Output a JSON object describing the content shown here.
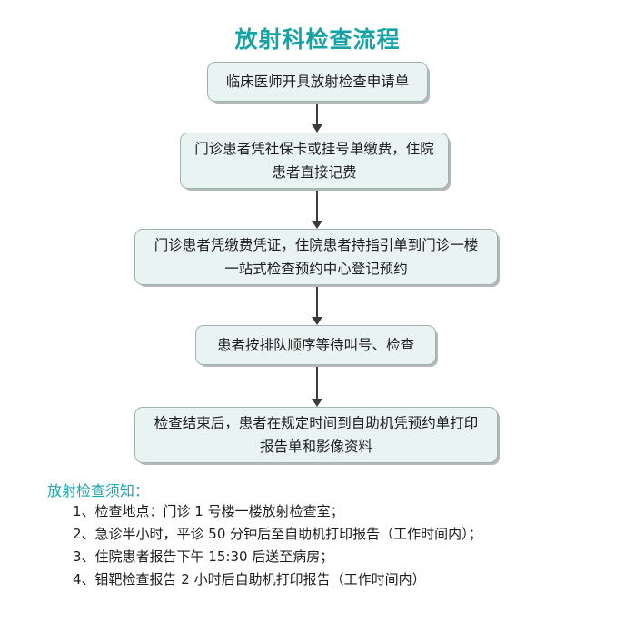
{
  "document": {
    "title": "放射科检查流程",
    "title_color": "#17a3a6",
    "background_color": "#ffffff"
  },
  "flowchart": {
    "node_fill_color": "#e9f4f2",
    "node_border_color": "#9fb3b2",
    "arrow_color": "#3b3b3b",
    "nodes": [
      {
        "id": "step-1",
        "text": "临床医师开具放射检查申请单"
      },
      {
        "id": "step-2",
        "text": "门诊患者凭社保卡或挂号单缴费，住院患者直接记费"
      },
      {
        "id": "step-3",
        "text": "门诊患者凭缴费凭证，住院患者持指引单到门诊一楼一站式检查预约中心登记预约"
      },
      {
        "id": "step-4",
        "text": "患者按排队顺序等待叫号、检查"
      },
      {
        "id": "step-5",
        "text": "检查结束后，患者在规定时间到自助机凭预约单打印报告单和影像资料"
      }
    ],
    "connectors": [
      {
        "id": "arrow-1",
        "from": "step-1",
        "to": "step-2",
        "direction": "down"
      },
      {
        "id": "arrow-2",
        "from": "step-2",
        "to": "step-3",
        "direction": "down"
      },
      {
        "id": "arrow-3",
        "from": "step-3",
        "to": "step-4",
        "direction": "down"
      },
      {
        "id": "arrow-4",
        "from": "step-4",
        "to": "step-5",
        "direction": "down"
      }
    ]
  },
  "notice": {
    "heading": "放射检查须知：",
    "heading_color": "#1fa5ab",
    "items": [
      "1、检查地点：门诊 1 号楼一楼放射检查室；",
      "2、急诊半小时，平诊 50 分钟后至自助机打印报告（工作时间内）；",
      "3、住院患者报告下午 15:30 后送至病房；",
      "4、钼靶检查报告 2 小时后自助机打印报告（工作时间内）"
    ]
  }
}
